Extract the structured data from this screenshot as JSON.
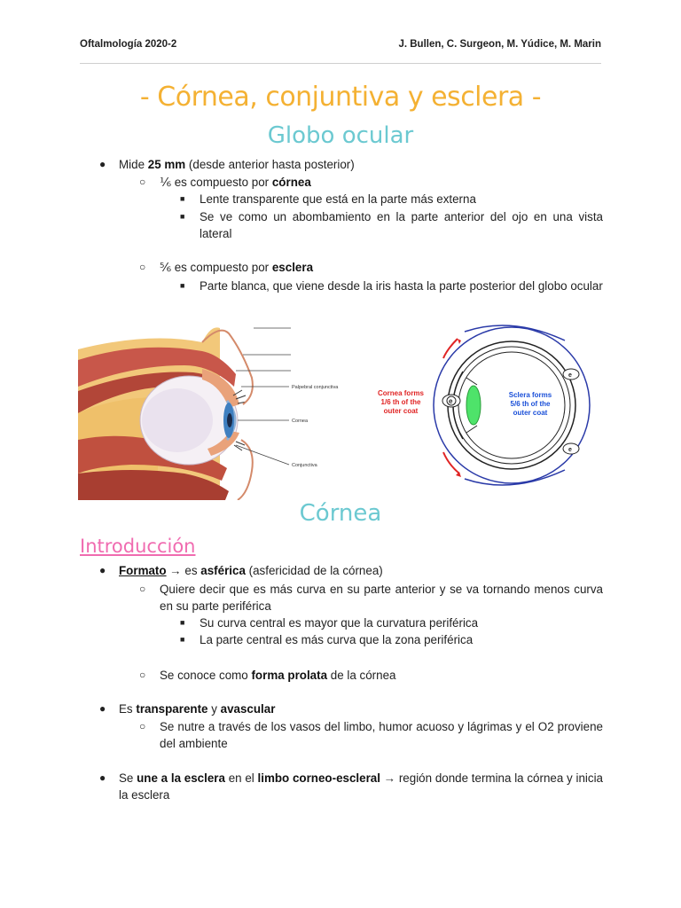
{
  "header": {
    "course": "Oftalmología 2020-2",
    "authors": "J. Bullen, C. Surgeon, M. Yúdice, M. Marin"
  },
  "title": "- Córnea, conjuntiva y esclera -",
  "section_globo": {
    "heading": "Globo ocular",
    "b1": {
      "pre": "Mide ",
      "bold": "25 mm",
      "post": " (desde anterior hasta posterior)"
    },
    "b1a": {
      "pre": "⅙ es compuesto por ",
      "bold": "córnea"
    },
    "b1a1": "Lente transparente que está en la parte más externa",
    "b1a2": "Se ve como un abombamiento en la parte anterior del ojo en una vista lateral",
    "b1b": {
      "pre": "⅚ es compuesto por ",
      "bold": "esclera"
    },
    "b1b1": "Parte blanca, que viene desde la iris hasta la parte posterior del globo ocular"
  },
  "figure_left": {
    "labels": [
      "Palpebral conjunctiva",
      "Cornea",
      "Conjunctiva"
    ]
  },
  "figure_right": {
    "cornea_label": [
      "Cornea forms",
      "1/6 th of the",
      "outer coat"
    ],
    "sclera_label": [
      "Sclera forms",
      "5/6 th of the",
      "outer coat"
    ],
    "eye_letter": "e"
  },
  "section_cornea": {
    "heading": "Córnea",
    "subheading": "Introducción",
    "c1": {
      "u": "Formato",
      "mid": " → es ",
      "bold": "asférica",
      "post": " (asfericidad de la córnea)"
    },
    "c1a": "Quiere decir que es más curva en su parte anterior y se va tornando menos curva en su parte periférica",
    "c1a1": "Su curva central es mayor que la curvatura periférica",
    "c1a2": "La parte central es más curva que la zona periférica",
    "c1b": {
      "pre": "Se conoce como ",
      "bold": "forma prolata",
      "post": " de la córnea"
    },
    "c2": {
      "pre": "Es ",
      "bold1": "transparente",
      "mid": " y ",
      "bold2": "avascular"
    },
    "c2a": "Se nutre a través de los vasos del limbo, humor acuoso y lágrimas y el O2 proviene del ambiente",
    "c3": {
      "pre": "Se ",
      "bold1": "une a la esclera",
      "mid": " en el ",
      "bold2": "limbo corneo-escleral",
      "post": " → región donde termina la córnea y inicia la esclera"
    }
  },
  "bullets": {
    "l1": "●",
    "l2": "○",
    "l3": "■"
  },
  "colors": {
    "title": "#f4b133",
    "heading": "#6cc9d1",
    "subheading": "#f06bb0",
    "cornea_text": "#e02424",
    "sclera_text": "#1a4fd8",
    "cornea_fill": "#4ee36a"
  }
}
